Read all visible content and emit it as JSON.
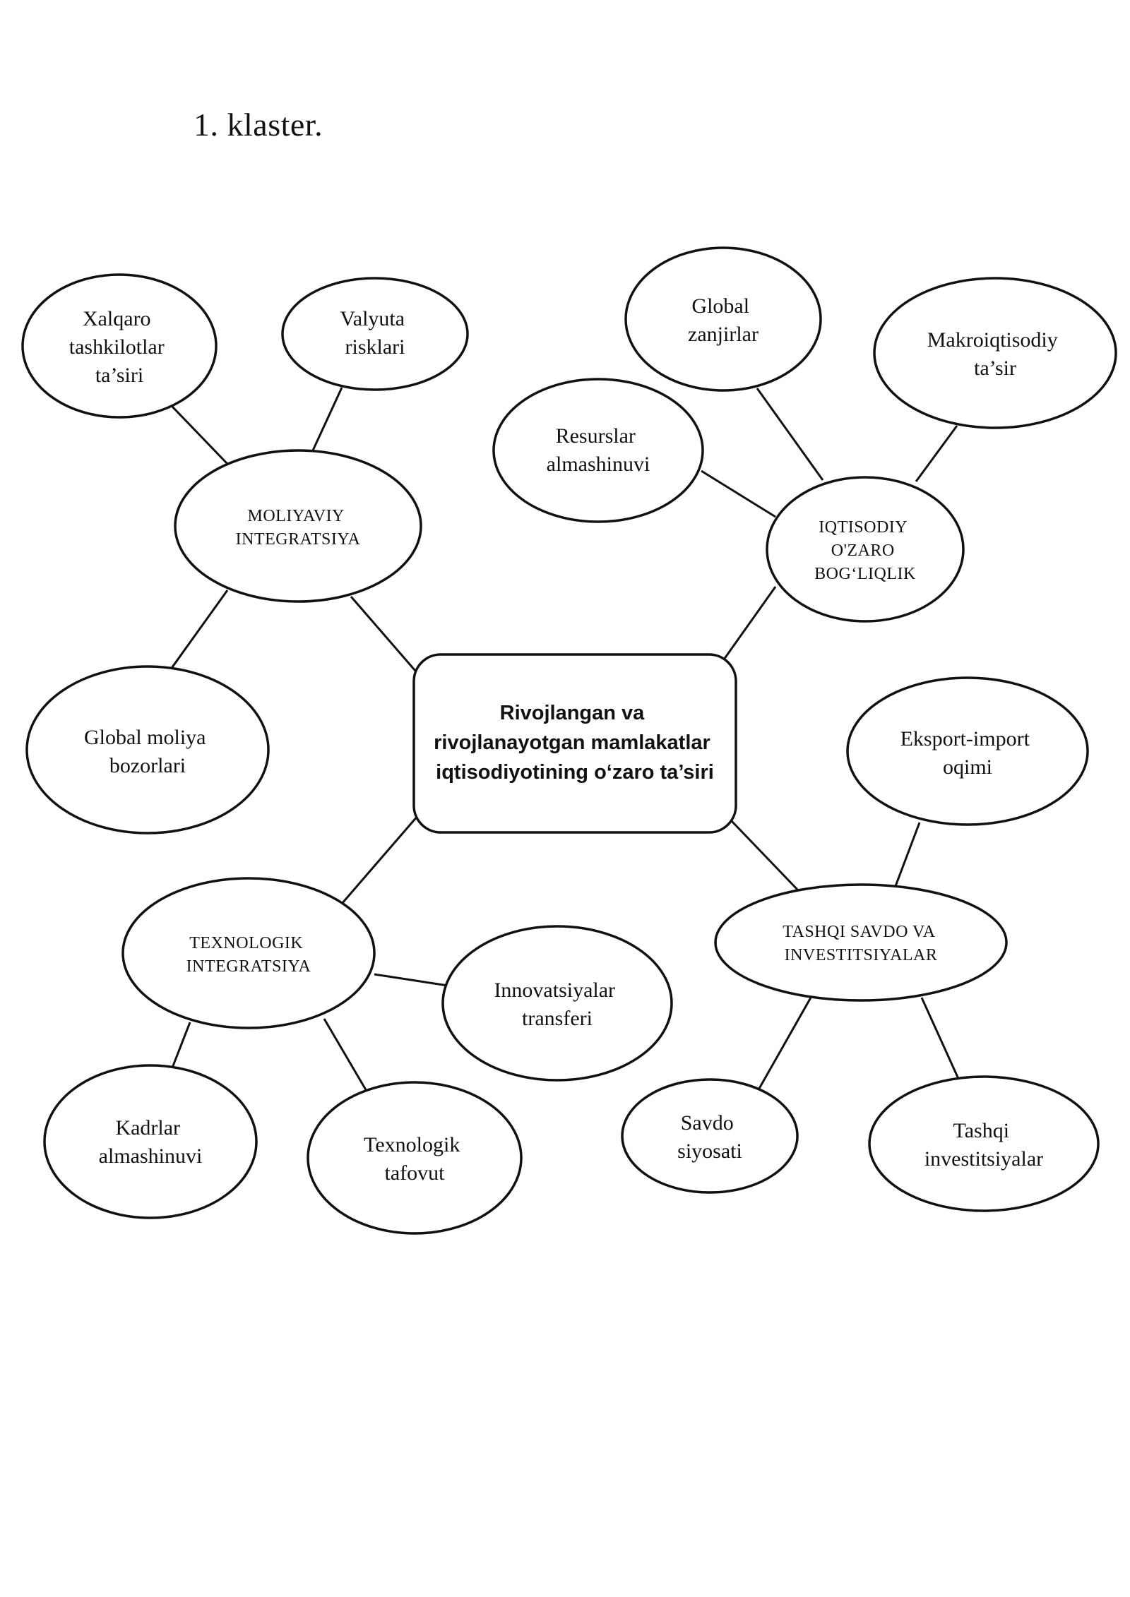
{
  "heading": "1. klaster.",
  "center": {
    "lines": [
      "Rivojlangan va",
      "rivojlanayotgan mamlakatlar",
      "iqtisodiyotining o‘zaro ta’siri"
    ]
  },
  "hubs": {
    "moliyaviy": {
      "lines": [
        "MOLIYAVIY",
        "INTEGRATSIYA"
      ]
    },
    "iqtisodiy": {
      "lines": [
        "IQTISODIY",
        "O'ZARO",
        "BOG‘LIQLIK"
      ]
    },
    "texnologik": {
      "lines": [
        "TEXNOLOGIK",
        "INTEGRATSIYA"
      ]
    },
    "tashqi": {
      "lines": [
        "TASHQI SAVDO VA",
        "INVESTITSIYALAR"
      ]
    }
  },
  "leaves": {
    "xalqaro": {
      "lines": [
        "Xalqaro",
        "tashkilotlar",
        "ta’siri"
      ]
    },
    "valyuta": {
      "lines": [
        "Valyuta",
        "risklari"
      ]
    },
    "global_moliya": {
      "lines": [
        "Global moliya",
        "bozorlari"
      ]
    },
    "global_zanjir": {
      "lines": [
        "Global",
        "zanjirlar"
      ]
    },
    "makro": {
      "lines": [
        "Makroiqtisodiy",
        "ta’sir"
      ]
    },
    "resurslar": {
      "lines": [
        "Resurslar",
        "almashinuvi"
      ]
    },
    "eksport": {
      "lines": [
        "Eksport-import",
        "oqimi"
      ]
    },
    "innovatsiya": {
      "lines": [
        "Innovatsiyalar",
        "transferi"
      ]
    },
    "kadrlar": {
      "lines": [
        "Kadrlar",
        "almashinuvi"
      ]
    },
    "tafovut": {
      "lines": [
        "Texnologik",
        "tafovut"
      ]
    },
    "savdo": {
      "lines": [
        "Savdo",
        "siyosati"
      ]
    },
    "investitsiya": {
      "lines": [
        "Tashqi",
        "investitsiyalar"
      ]
    }
  }
}
